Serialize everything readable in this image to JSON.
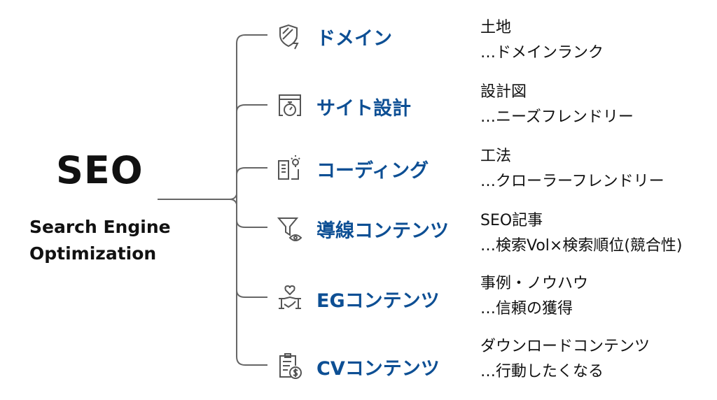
{
  "root": {
    "title": "SEO",
    "subtitle_line1": "Search Engine",
    "subtitle_line2": "Optimization"
  },
  "colors": {
    "accent": "#0d4f94",
    "line": "#666666",
    "icon": "#555555"
  },
  "branches": [
    {
      "icon": "shield-bolt-icon",
      "label": "ドメイン",
      "desc1": "土地",
      "desc2": "…ドメインランク"
    },
    {
      "icon": "browser-stopwatch-icon",
      "label": "サイト設計",
      "desc1": "設計図",
      "desc2": "…ニーズフレンドリー"
    },
    {
      "icon": "book-lightbulb-icon",
      "label": "コーディング",
      "desc1": "工法",
      "desc2": "…クローラーフレンドリー"
    },
    {
      "icon": "funnel-eye-icon",
      "label": "導線コンテンツ",
      "desc1": "SEO記事",
      "desc2": "…検索Vol×検索順位(競合性)"
    },
    {
      "icon": "handshake-heart-icon",
      "label": "EGコンテンツ",
      "desc1": "事例・ノウハウ",
      "desc2": "…信頼の獲得"
    },
    {
      "icon": "clipboard-dollar-icon",
      "label": "CVコンテンツ",
      "desc1": "ダウンロードコンテンツ",
      "desc2": "…行動したくなる"
    }
  ]
}
